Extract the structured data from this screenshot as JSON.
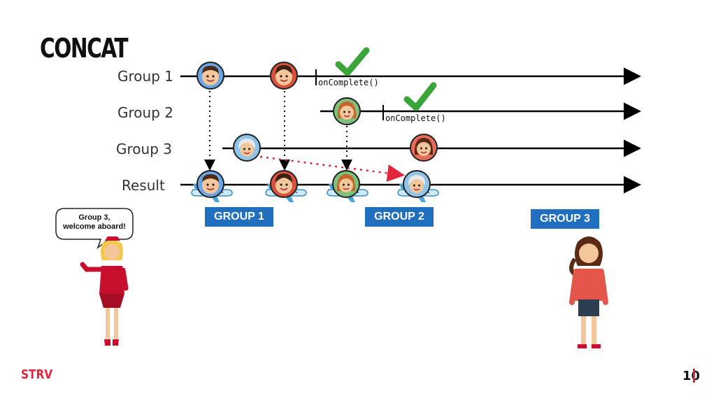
{
  "title": "CONCAT",
  "rows": {
    "group1": "Group 1",
    "group2": "Group 2",
    "group3": "Group 3",
    "result": "Result"
  },
  "on_complete_label": "onComplete()",
  "group_boxes": {
    "g1": "GROUP 1",
    "g2": "GROUP 2",
    "g3": "GROUP 3"
  },
  "speech_bubble": {
    "line1": "Group 3,",
    "line2": "welcome aboard!"
  },
  "brand": "STRV",
  "page_number": "10",
  "colors": {
    "accent_red": "#e2253a",
    "group_blue": "#1f6fbe",
    "check_green": "#3aa63a"
  }
}
